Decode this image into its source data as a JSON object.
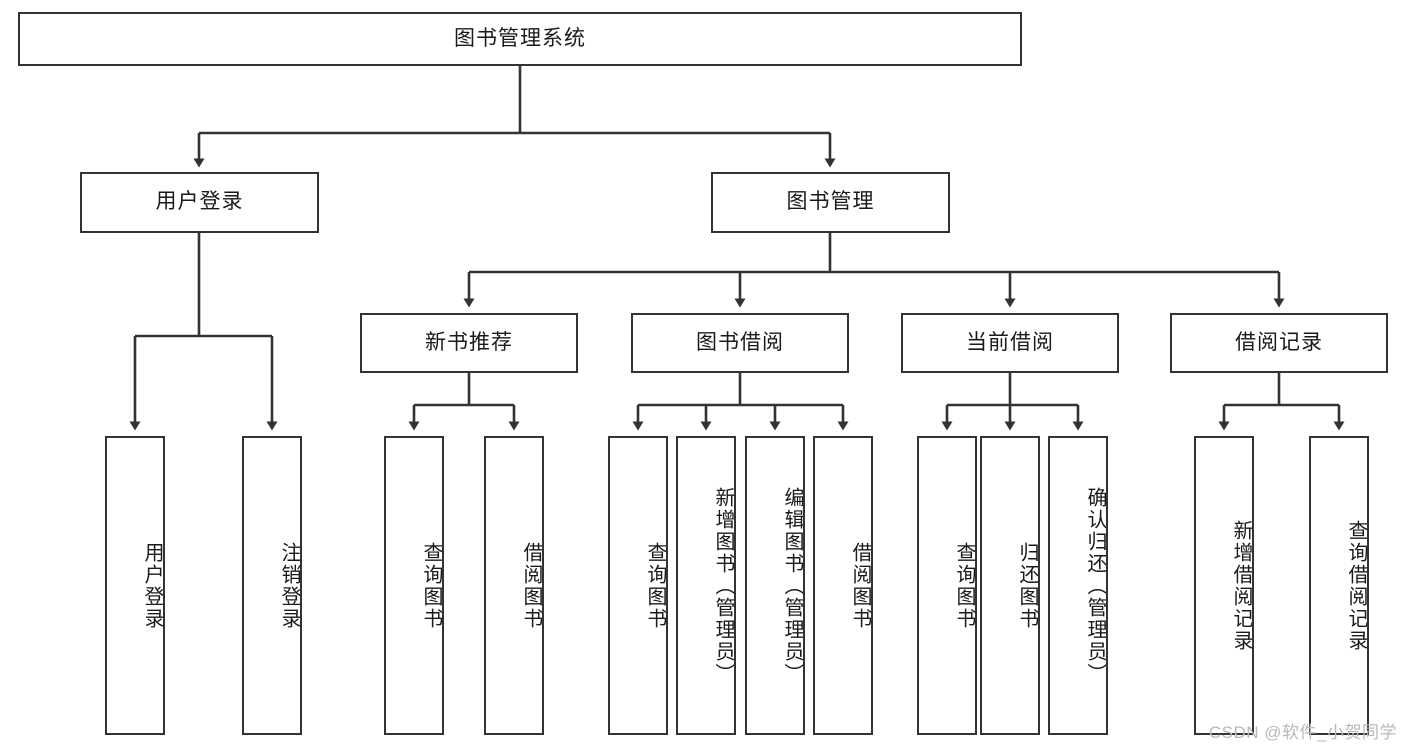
{
  "diagram": {
    "type": "tree",
    "title": "图书管理系统",
    "colors": {
      "border": "#333333",
      "background": "#ffffff",
      "text": "#1a1a1a",
      "watermark": "#b9b9b9"
    },
    "root": {
      "label": "图书管理系统"
    },
    "level2": [
      {
        "label": "用户登录"
      },
      {
        "label": "图书管理"
      }
    ],
    "level3": [
      {
        "label": "新书推荐"
      },
      {
        "label": "图书借阅"
      },
      {
        "label": "当前借阅"
      },
      {
        "label": "借阅记录"
      }
    ],
    "leaves": {
      "user_login": [
        {
          "label": "用户登录"
        },
        {
          "label": "注销登录"
        }
      ],
      "new_book_recommend": [
        {
          "label": "查询图书"
        },
        {
          "label": "借阅图书"
        }
      ],
      "book_borrow": [
        {
          "label": "查询图书"
        },
        {
          "label": "新增图书（管理员）"
        },
        {
          "label": "编辑图书（管理员）"
        },
        {
          "label": "借阅图书"
        }
      ],
      "current_borrow": [
        {
          "label": "查询图书"
        },
        {
          "label": "归还图书"
        },
        {
          "label": "确认归还（管理员）"
        }
      ],
      "borrow_record": [
        {
          "label": "新增借阅记录"
        },
        {
          "label": "查询借阅记录"
        }
      ]
    }
  },
  "watermark": {
    "text": "CSDN @软件_小贺同学"
  }
}
